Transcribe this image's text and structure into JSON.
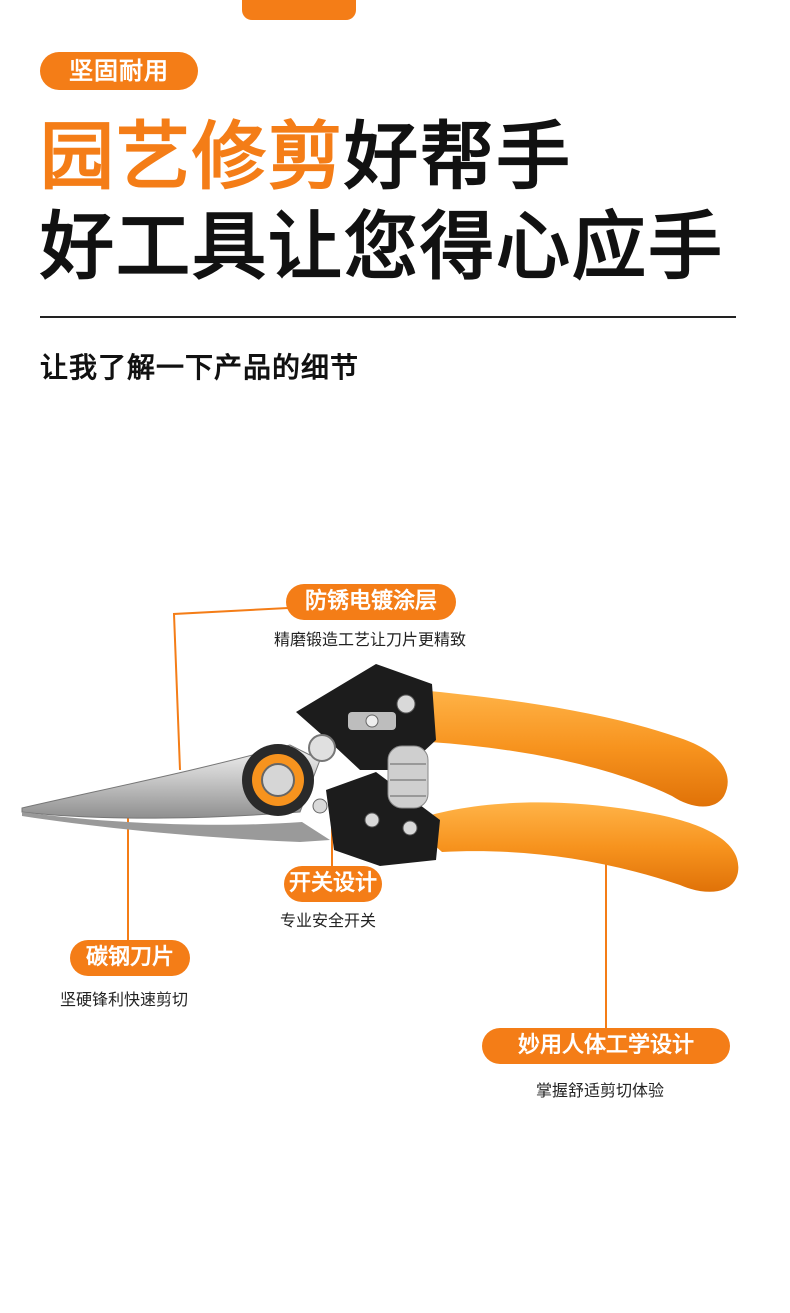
{
  "badge": "坚固耐用",
  "headline": {
    "line1_highlight": "园艺修剪",
    "line1_rest": "好帮手",
    "line2": "好工具让您得心应手"
  },
  "subtitle": "让我了解一下产品的细节",
  "features": [
    {
      "label": "防锈电镀涂层",
      "desc": "精磨锻造工艺让刀片更精致"
    },
    {
      "label": "开关设计",
      "desc": "专业安全开关"
    },
    {
      "label": "碳钢刀片",
      "desc": "坚硬锋利快速剪切"
    },
    {
      "label": "妙用人体工学设计",
      "desc": "掌握舒适剪切体验"
    }
  ],
  "colors": {
    "accent": "#f47d17",
    "text": "#111111"
  }
}
